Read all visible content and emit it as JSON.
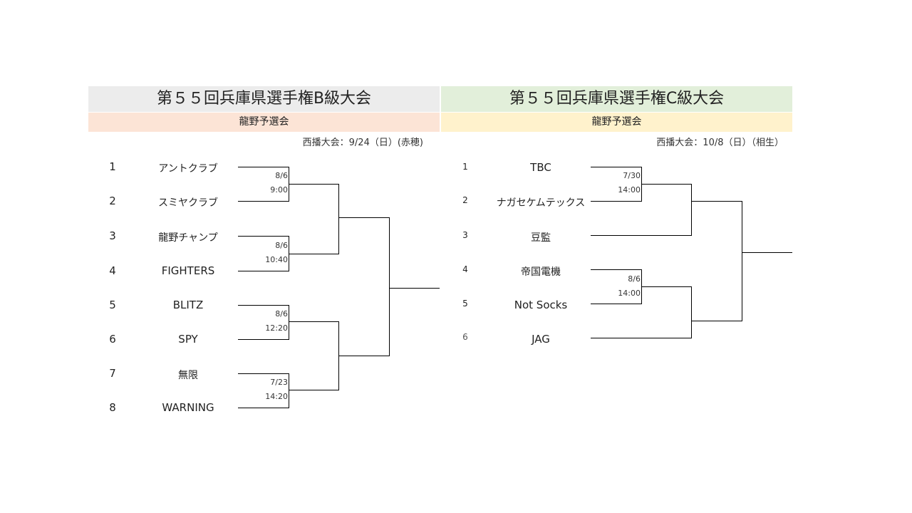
{
  "left": {
    "title": "第５５回兵庫県選手権B級大会",
    "subtitle": "龍野予選会",
    "note": "西播大会：9/24（日）(赤穂)",
    "title_bg": "#ececec",
    "subtitle_bg": "#fce4d6",
    "teams": [
      {
        "seed": "1",
        "name": "アントクラブ"
      },
      {
        "seed": "2",
        "name": "スミヤクラブ"
      },
      {
        "seed": "3",
        "name": "龍野チャンプ"
      },
      {
        "seed": "4",
        "name": "FIGHTERS"
      },
      {
        "seed": "5",
        "name": "BLITZ"
      },
      {
        "seed": "6",
        "name": "SPY"
      },
      {
        "seed": "7",
        "name": "無限"
      },
      {
        "seed": "8",
        "name": "WARNING"
      }
    ],
    "matches": [
      {
        "date": "8/6",
        "time": "9:00"
      },
      {
        "date": "8/6",
        "time": "10:40"
      },
      {
        "date": "8/6",
        "time": "12:20"
      },
      {
        "date": "7/23",
        "time": "14:20"
      }
    ]
  },
  "right": {
    "title": "第５５回兵庫県選手権C級大会",
    "subtitle": "龍野予選会",
    "note": "西播大会：10/8（日）（相生）",
    "title_bg": "#e2efda",
    "subtitle_bg": "#fff2cc",
    "teams": [
      {
        "seed": "1",
        "name": "TBC"
      },
      {
        "seed": "2",
        "name": "ナガセケムテックス"
      },
      {
        "seed": "3",
        "name": "豆監"
      },
      {
        "seed": "4",
        "name": "帝国電機"
      },
      {
        "seed": "5",
        "name": "Not Socks"
      },
      {
        "seed": "6",
        "name": "JAG"
      }
    ],
    "matches": [
      {
        "date": "7/30",
        "time": "14:00"
      },
      {
        "date": "8/6",
        "time": "14:00"
      }
    ]
  }
}
